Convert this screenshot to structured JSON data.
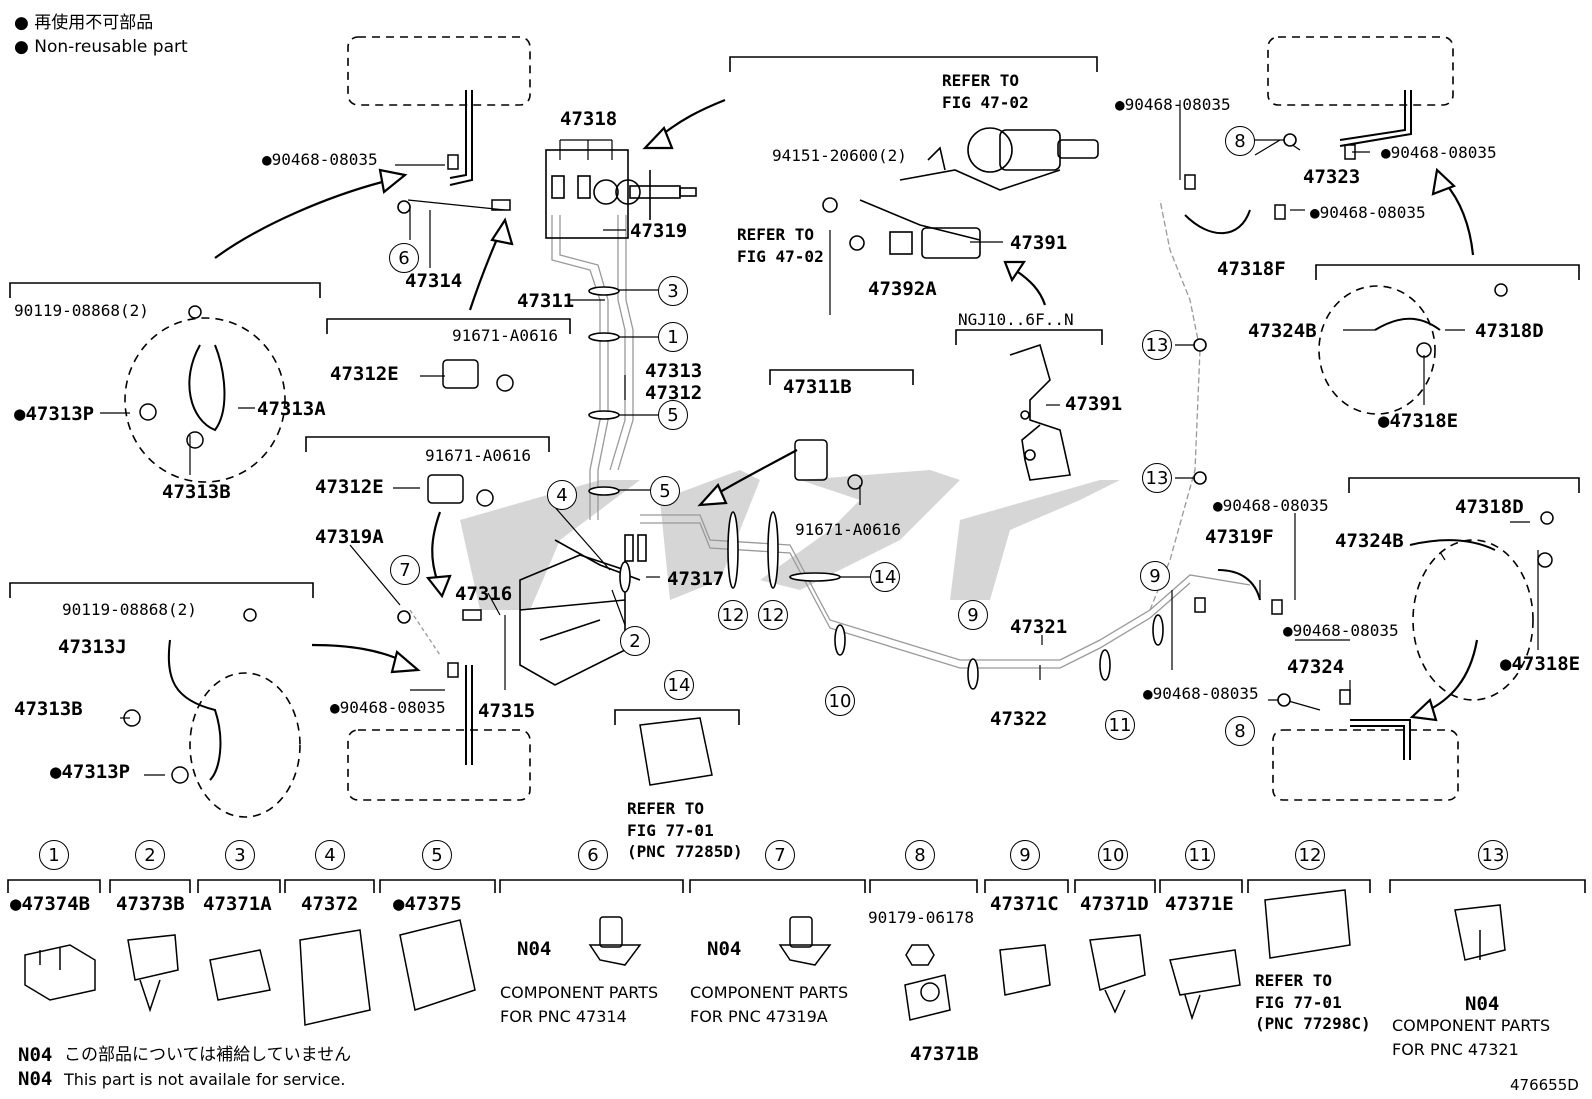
{
  "legend": {
    "dot_line_1": "再使用不可部品",
    "dot_line_2": "Non-reusable part",
    "bullet": "●"
  },
  "refer": {
    "fig4702_a": "REFER TO\nFIG 47-02",
    "fig4702_b": "REFER TO\nFIG 47-02",
    "fig7701_a": "REFER TO\nFIG 77-01\n(PNC 77285D)",
    "fig7701_b": "REFER TO\nFIG 77-01\n(PNC 77298C)"
  },
  "variant": "NGJ10..6F..N",
  "parts": {
    "p47318": "47318",
    "p47319": "47319",
    "p47314": "47314",
    "p47311": "47311",
    "p47313": "47313",
    "p47312": "47312",
    "p47312E_a": "47312E",
    "p47312E_b": "47312E",
    "p91671_a": "91671-A0616",
    "p91671_b": "91671-A0616",
    "p91671_c": "91671-A0616",
    "p90119_a": "90119-08868(2)",
    "p90119_b": "90119-08868(2)",
    "p47313A": "47313A",
    "p47313P_a": "●47313P",
    "p47313B_a": "47313B",
    "p47313J": "47313J",
    "p47313B_b": "47313B",
    "p47313P_b": "●47313P",
    "p47319A": "47319A",
    "p47316": "47316",
    "p47315": "47315",
    "p47317": "47317",
    "p90468_1": "●90468-08035",
    "p90468_2": "●90468-08035",
    "p90468_3": "●90468-08035",
    "p90468_4": "●90468-08035",
    "p90468_5": "●90468-08035",
    "p90468_6": "●90468-08035",
    "p90468_7": "●90468-08035",
    "p90468_8": "●90468-08035",
    "p94151": "94151-20600(2)",
    "p47391_a": "47391",
    "p47392A": "47392A",
    "p47391_b": "47391",
    "p47311B": "47311B",
    "p47321": "47321",
    "p47322": "47322",
    "p47323": "47323",
    "p47318F": "47318F",
    "p47324B_a": "47324B",
    "p47318D_a": "47318D",
    "p47318E_a": "●47318E",
    "p47319F": "47319F",
    "p47318D_b": "47318D",
    "p47324B_b": "47324B",
    "p47324": "47324",
    "p47318E_b": "●47318E"
  },
  "callouts": {
    "c1": "1",
    "c2": "2",
    "c3": "3",
    "c4": "4",
    "c5a": "5",
    "c5b": "5",
    "c6": "6",
    "c7": "7",
    "c8a": "8",
    "c8b": "8",
    "c9a": "9",
    "c9b": "9",
    "c10": "10",
    "c11": "11",
    "c12a": "12",
    "c12b": "12",
    "c13a": "13",
    "c13b": "13",
    "c14a": "14",
    "c14b": "14"
  },
  "bottom_row": [
    {
      "key": "1",
      "part": "●47374B"
    },
    {
      "key": "2",
      "part": "47373B"
    },
    {
      "key": "3",
      "part": "47371A"
    },
    {
      "key": "4",
      "part": "47372"
    },
    {
      "key": "5",
      "part": "●47375"
    },
    {
      "key": "6",
      "code": "N04",
      "line1": "COMPONENT PARTS",
      "line2": "FOR PNC 47314"
    },
    {
      "key": "7",
      "code": "N04",
      "line1": "COMPONENT PARTS",
      "line2": "FOR PNC 47319A"
    },
    {
      "key": "8",
      "part": "90179-06178",
      "part2": "47371B"
    },
    {
      "key": "9",
      "part": "47371C"
    },
    {
      "key": "10",
      "part": "47371D"
    },
    {
      "key": "11",
      "part": "47371E"
    },
    {
      "key": "12",
      "refer": "REFER TO\nFIG 77-01\n(PNC 77298C)"
    },
    {
      "key": "13",
      "code": "N04",
      "line1": "COMPONENT PARTS",
      "line2": "FOR PNC 47321"
    }
  ],
  "footer": {
    "n04_code_1": "N04",
    "n04_jp": "この部品については補給していません",
    "n04_code_2": "N04",
    "n04_en": "This part is not availale for service.",
    "fig_id": "476655D"
  }
}
